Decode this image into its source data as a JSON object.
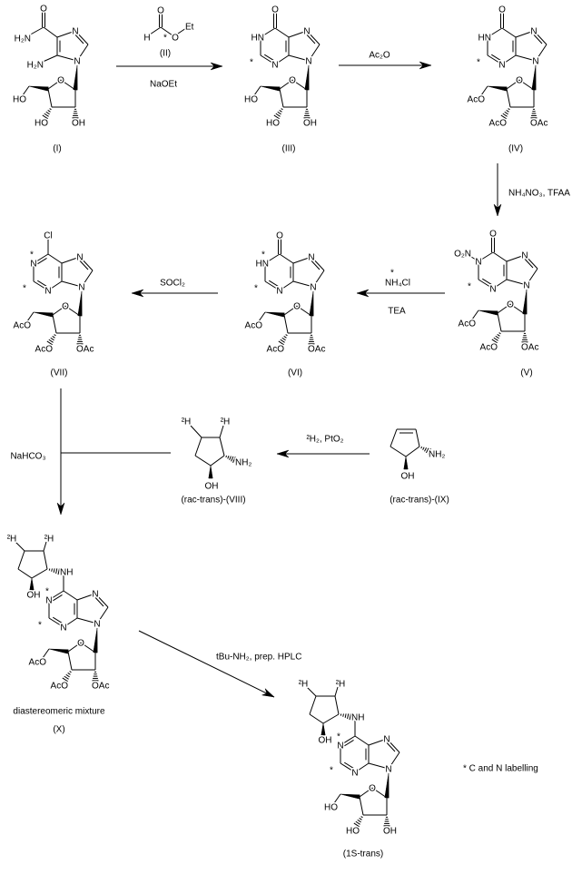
{
  "compounds": [
    {
      "id": "I",
      "label": "(I)",
      "atoms": {
        "O7": "O",
        "N_amide": "H₂N",
        "N_amine": "H₂N",
        "N3": "N",
        "N1": "N",
        "O4p": "O",
        "O5p": "HO",
        "O3p": "HO",
        "O2p": "OH"
      }
    },
    {
      "id": "III",
      "label": "(III)",
      "mark": "*",
      "atoms": {
        "X6": "O",
        "N1": "HN",
        "N3": "N",
        "N7": "N",
        "N9": "N",
        "O4p": "O",
        "O5p": "HO",
        "O3p": "HO",
        "O2p": "OH"
      }
    },
    {
      "id": "IV",
      "label": "(IV)",
      "mark": "*",
      "atoms": {
        "X6": "O",
        "N1": "HN",
        "N3": "N",
        "N7": "N",
        "N9": "N",
        "O4p": "O",
        "O5p": "AcO",
        "O3p": "AcO",
        "O2p": "OAc"
      }
    },
    {
      "id": "V",
      "label": "(V)",
      "mark": "*",
      "atoms": {
        "X6": "O",
        "N1": "N",
        "NO2": "O₂N",
        "N3": "N",
        "N7": "N",
        "N9": "N",
        "O4p": "O",
        "O5p": "AcO",
        "O3p": "AcO",
        "O2p": "OAc"
      }
    },
    {
      "id": "VI",
      "label": "(VI)",
      "mark": "*",
      "atoms": {
        "X6": "O",
        "N1": "HN",
        "N3": "N",
        "N7": "N",
        "N9": "N",
        "O4p": "O",
        "O5p": "AcO",
        "O3p": "AcO",
        "O2p": "OAc"
      }
    },
    {
      "id": "VII",
      "label": "(VII)",
      "mark": "*",
      "atoms": {
        "X6": "Cl",
        "N1": "N",
        "N3": "N",
        "N7": "N",
        "N9": "N",
        "O4p": "O",
        "O5p": "AcO",
        "O3p": "AcO",
        "O2p": "OAc"
      }
    },
    {
      "id": "X",
      "label": "(X)",
      "caption": "diastereomeric mixture",
      "mark": "*",
      "atoms": {
        "X6": "NH",
        "N1": "N",
        "N3": "N",
        "N7": "N",
        "N9": "N",
        "O_cp": "OH",
        "H2a": "²H",
        "H2b": "²H",
        "O4p": "O",
        "O5p": "AcO",
        "O3p": "AcO",
        "O2p": "OAc"
      }
    },
    {
      "id": "1S-trans",
      "label": "(1S-trans)",
      "mark": "*",
      "atoms": {
        "X6": "NH",
        "N1": "N",
        "N3": "N",
        "N7": "N",
        "N9": "N",
        "O_cp": "OH",
        "H2a": "²H",
        "H2b": "²H",
        "O4p": "O",
        "O5p": "HO",
        "O3p": "HO",
        "O2p": "OH"
      }
    }
  ],
  "amines": [
    {
      "id": "VIII",
      "label": "(rac-trans)-(VIII)",
      "atoms": {
        "N": "NH₂",
        "O": "OH",
        "H2a": "²H",
        "H2b": "²H"
      }
    },
    {
      "id": "IX",
      "label": "(rac-trans)-(IX)",
      "atoms": {
        "N": "NH₂",
        "O": "OH"
      }
    }
  ],
  "formate": {
    "label": "(II)",
    "mark": "*",
    "atoms": {
      "O1": "O",
      "H": "H",
      "O2": "O",
      "Et": "Et"
    }
  },
  "steps": [
    {
      "below": "NaOEt"
    },
    {
      "above": "Ac₂O"
    },
    {
      "side": "NH₄NO₃, TFAA"
    },
    {
      "mark": "*",
      "above": "NH₄Cl",
      "below": "TEA"
    },
    {
      "above": "SOCl₂"
    },
    {
      "above": "²H₂, PtO₂"
    },
    {
      "side": "NaHCO₃"
    },
    {
      "above": "tBu-NH₂, prep. HPLC"
    }
  ],
  "footnote": "* C and N labelling"
}
